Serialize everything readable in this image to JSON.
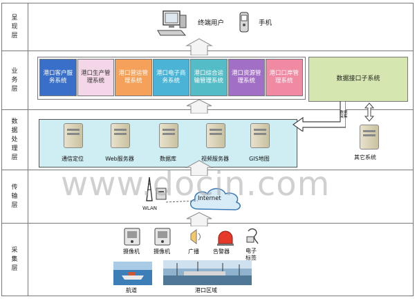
{
  "layers": [
    {
      "id": "presentation",
      "label": "呈现层"
    },
    {
      "id": "business",
      "label": "业务层"
    },
    {
      "id": "data",
      "label": "数据处理层"
    },
    {
      "id": "transport",
      "label": "传输层"
    },
    {
      "id": "collection",
      "label": "采集层"
    }
  ],
  "presentation": {
    "end_user": "终端用户",
    "mobile": "手机"
  },
  "business": {
    "systems": [
      {
        "label": "港口客户服务系统",
        "color": "#3a6fc9"
      },
      {
        "label": "港口生产管理系统",
        "color": "#f4d6e9"
      },
      {
        "label": "港口营运管理系统",
        "color": "#f6a15a"
      },
      {
        "label": "港口电子商务系统",
        "color": "#4bb3d6"
      },
      {
        "label": "港口综合运输管理系统",
        "color": "#54bcc6"
      },
      {
        "label": "港口资源管理系统",
        "color": "#a26fc7"
      },
      {
        "label": "港口口岸管理系统",
        "color": "#f08aa2"
      }
    ],
    "interface": "数据接口子系统",
    "interface_color": "#d6e6b0"
  },
  "data": {
    "servers": [
      "通信定位",
      "Web服务器",
      "数据库",
      "视频服务器",
      "GIS地图"
    ],
    "other": "其它系统",
    "link_label": "数据采集"
  },
  "transport": {
    "wlan": "WLAN",
    "internet": "Internet"
  },
  "collection": {
    "camera1": "摄像机",
    "camera2": "摄像机",
    "broadcast": "广播",
    "alarm": "告警器",
    "tag": "电子标签",
    "channel": "航道",
    "port_area": "港口区域"
  },
  "watermark": "www.docin.com"
}
